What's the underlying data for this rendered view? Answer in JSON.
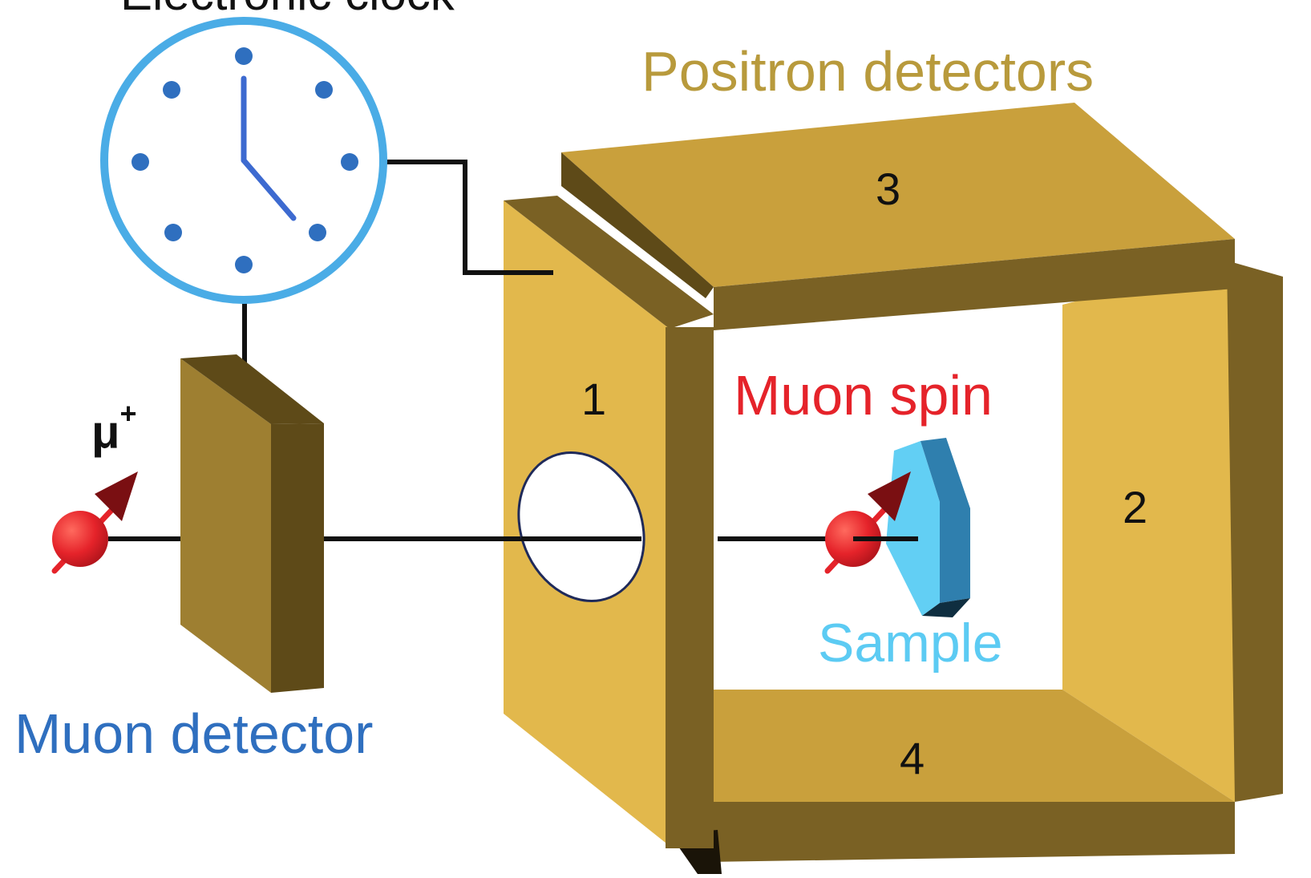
{
  "labels": {
    "clock_title": "Electronic clock",
    "positron_title": "Positron detectors",
    "muon_detector": "Muon detector",
    "muon_spin": "Muon spin",
    "sample": "Sample",
    "muon_symbol": "μ",
    "muon_charge": "+"
  },
  "detector_numbers": [
    "1",
    "2",
    "3",
    "4"
  ],
  "colors": {
    "clock_ring": "#4aace6",
    "clock_dots": "#2f6fbf",
    "positron_face": "#e0b547",
    "positron_dark": "#7c6224",
    "muon_detector_face": "#9e7f31",
    "muon_detector_side": "#5e4a18",
    "muon_ball": "#e5232a",
    "sample_face": "#62cff4",
    "sample_side": "#2f7fae"
  }
}
